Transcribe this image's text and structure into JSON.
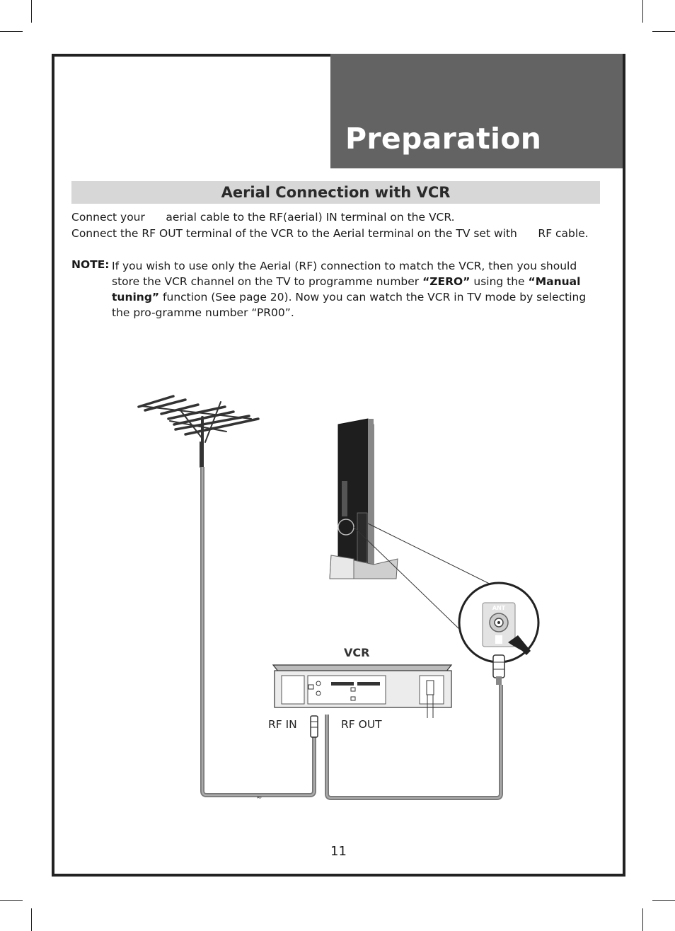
{
  "header": {
    "title": "Preparation"
  },
  "section": {
    "title": "Aerial Connection with VCR"
  },
  "instructions": {
    "line1": "Connect your      aerial cable to the RF(aerial) IN terminal on the VCR.",
    "line2": "Connect the RF OUT terminal of the VCR to the Aerial terminal on the TV set with      RF cable."
  },
  "note": {
    "label": "NOTE:",
    "text1": "If you wish to use only the Aerial (RF) connection to match the VCR, then you should store the VCR channel on the TV to programme number ",
    "zero": "“ZERO”",
    "text2": " using the ",
    "manual": "“Manual tuning”",
    "text3": " function (See page 20). Now you can watch the VCR in TV mode by selecting the pro-gramme number “PR00”."
  },
  "diagram": {
    "vcr_label": "VCR",
    "rf_in_label": "RF IN",
    "rf_out_label": "RF OUT",
    "ant_label": "ANT"
  },
  "footer": {
    "page_number": "11"
  }
}
